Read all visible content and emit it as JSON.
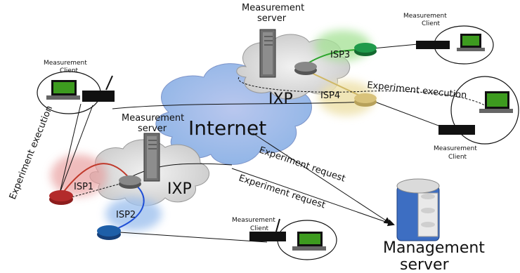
{
  "labels": {
    "internet": "Internet",
    "ixp_top": "IXP",
    "ixp_left": "IXP",
    "isp1": "ISP1",
    "isp2": "ISP2",
    "isp3": "ISP3",
    "isp4": "ISP4",
    "measurement_server_top_line1": "Measurement",
    "measurement_server_top_line2": "server",
    "measurement_server_left_line1": "Measurement",
    "measurement_server_left_line2": "server",
    "client_topleft_line1": "Measurement",
    "client_topleft_line2": "Client",
    "client_topright_line1": "Measurement",
    "client_topright_line2": "Client",
    "client_right_line1": "Measurement",
    "client_right_line2": "Client",
    "client_bottom_line1": "Measurement",
    "client_bottom_line2": "Client",
    "experiment_execution_left": "Experiment execution",
    "experiment_execution_right": "Experiment execution",
    "experiment_request_1": "Experiment request",
    "experiment_request_2": "Experiment request",
    "management_server_line1": "Management",
    "management_server_line2": "server"
  },
  "colors": {
    "isp1_router": "#b32b2b",
    "isp2_router": "#1e5fa8",
    "isp3_router": "#1f9a4a",
    "isp4_router": "#d8c27a",
    "internet_cloud": "#9cb6ea",
    "ixp_cloud": "#d8d8d8",
    "link_red": "#c0392b",
    "link_blue": "#1f4fd6",
    "link_green": "#2aa52a",
    "laptop_screen": "#3d9b1f"
  }
}
